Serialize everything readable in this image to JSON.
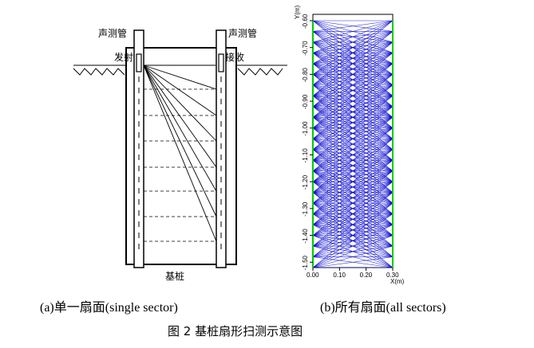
{
  "panel_a": {
    "tube_label_left": "声测管",
    "tube_label_right": "声测管",
    "emitter_label": "发射",
    "receiver_label": "接收",
    "pile_label": "基桩",
    "caption": "(a)单一扇面(single sector)",
    "ray_count": 7
  },
  "panel_b": {
    "y_axis_label": "Y(m)",
    "x_axis_label": "X(m)",
    "y_ticks": [
      "-0.60",
      "-0.70",
      "-0.80",
      "-0.90",
      "-1.00",
      "-1.10",
      "-1.20",
      "-1.30",
      "-1.40",
      "-1.50"
    ],
    "x_ticks": [
      "0.00",
      "0.10",
      "0.20",
      "0.30"
    ],
    "caption": "(b)所有扇面(all sectors)",
    "ray_color": "#0000cc",
    "edge_color": "#00cc00"
  },
  "figure_caption": "图 2  基桩扇形扫测示意图",
  "chart_data": {
    "type": "scatter",
    "title": "",
    "xlabel": "X(m)",
    "ylabel": "Y(m)",
    "xlim": [
      0.0,
      0.3
    ],
    "ylim": [
      -1.52,
      -0.6
    ],
    "x_ticks": [
      0.0,
      0.1,
      0.2,
      0.3
    ],
    "y_ticks": [
      -0.6,
      -0.7,
      -0.8,
      -0.9,
      -1.0,
      -1.1,
      -1.2,
      -1.3,
      -1.4,
      -1.5
    ],
    "sensor_depths": [
      -0.6,
      -0.64,
      -0.68,
      -0.72,
      -0.76,
      -0.8,
      -0.84,
      -0.88,
      -0.92,
      -0.96,
      -1.0,
      -1.04,
      -1.08,
      -1.12,
      -1.16,
      -1.2,
      -1.24,
      -1.28,
      -1.32,
      -1.36,
      -1.4,
      -1.44,
      -1.48,
      -1.52
    ],
    "fan_span": 0.24,
    "grid": false
  }
}
